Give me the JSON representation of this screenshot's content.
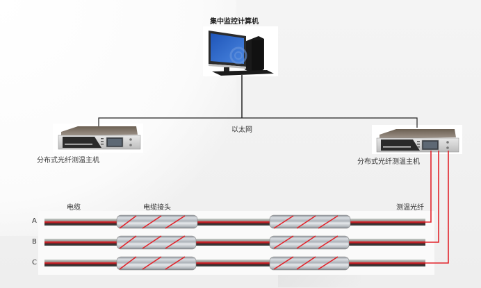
{
  "diagram": {
    "computer": {
      "label": "集中监控计算机"
    },
    "network": {
      "label": "以太网"
    },
    "host_left": {
      "label": "分布式光纤测温主机"
    },
    "host_right": {
      "label": "分布式光纤测温主机"
    },
    "cable_label": "电缆",
    "joint_label": "电缆接头",
    "fiber_label": "测温光纤",
    "phases": [
      {
        "label": "A"
      },
      {
        "label": "B"
      },
      {
        "label": "C"
      }
    ],
    "colors": {
      "fiber": "#e2232a",
      "line": "#222222",
      "screen": "#2a66c8",
      "cable_dark": "#2a2a2a",
      "cable_light": "#bfc4c0"
    }
  }
}
